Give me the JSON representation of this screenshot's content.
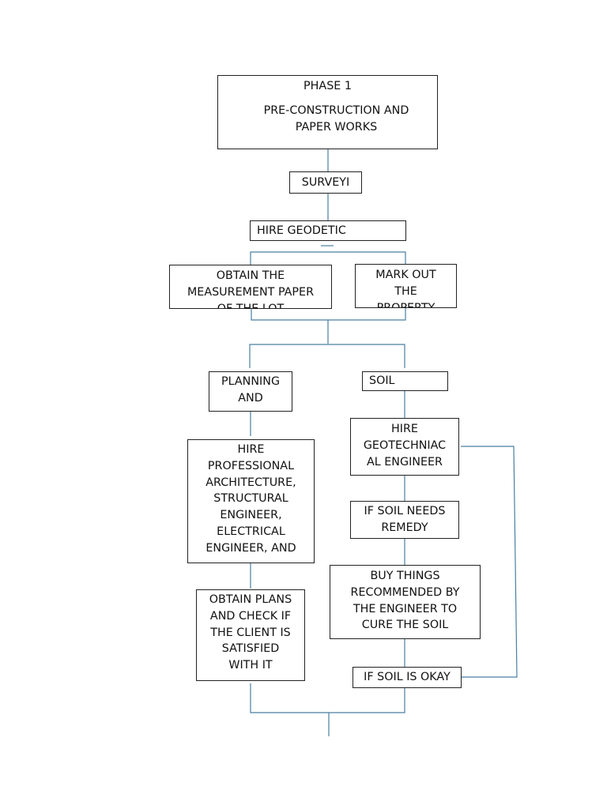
{
  "colors": {
    "connector": "#4a7fa0",
    "connector_light": "#a9c6d6",
    "border": "#222222"
  },
  "phase": {
    "title": "PHASE 1",
    "subtitle_lines": [
      "PRE-CONSTRUCTION AND",
      "PAPER WORKS"
    ]
  },
  "nodes": {
    "surveyi": [
      "SURVEYI"
    ],
    "hire_geodetic": [
      "HIRE GEODETIC"
    ],
    "obtain_measurement": [
      "OBTAIN THE",
      "MEASUREMENT PAPER",
      "OF THE LOT"
    ],
    "mark_out": [
      "MARK OUT",
      "THE",
      "PROPERTY"
    ],
    "planning": [
      "PLANNING",
      "AND"
    ],
    "soil": [
      "SOIL"
    ],
    "hire_geotech": [
      "HIRE",
      "GEOTECHNIAC",
      "AL ENGINEER"
    ],
    "hire_professional": [
      "HIRE",
      "PROFESSIONAL",
      "ARCHITECTURE,",
      "STRUCTURAL",
      "ENGINEER,",
      "ELECTRICAL",
      "ENGINEER, AND"
    ],
    "soil_remedy": [
      "IF SOIL NEEDS",
      "REMEDY"
    ],
    "buy_things": [
      "BUY THINGS",
      "RECOMMENDED BY",
      "THE ENGINEER TO",
      "CURE THE SOIL"
    ],
    "obtain_plans": [
      "OBTAIN PLANS",
      "AND CHECK IF",
      "THE CLIENT IS",
      "SATISFIED",
      "WITH IT"
    ],
    "soil_okay": [
      "IF SOIL IS OKAY"
    ]
  }
}
